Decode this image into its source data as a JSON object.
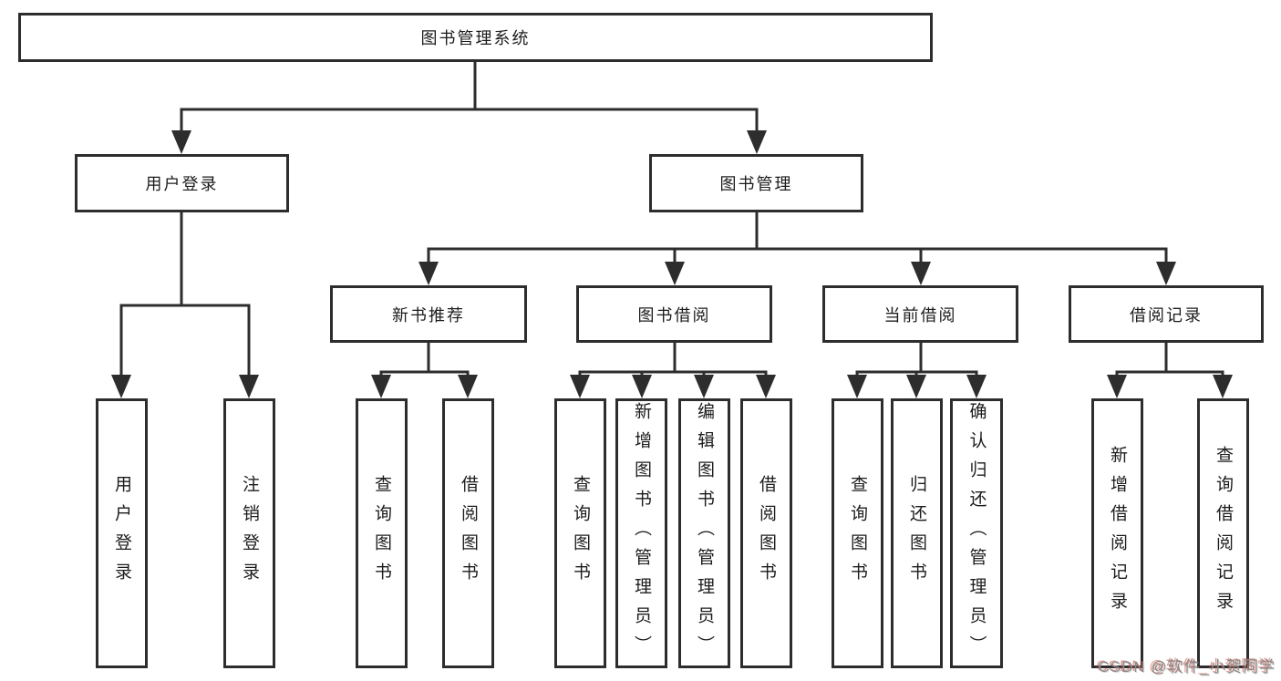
{
  "tree": {
    "root": {
      "label": "图书管理系统",
      "children": [
        {
          "label": "用户登录",
          "children": [
            {
              "label": "用户登录"
            },
            {
              "label": "注销登录"
            }
          ]
        },
        {
          "label": "图书管理",
          "children": [
            {
              "label": "新书推荐",
              "children": [
                {
                  "label": "查询图书"
                },
                {
                  "label": "借阅图书"
                }
              ]
            },
            {
              "label": "图书借阅",
              "children": [
                {
                  "label": "查询图书"
                },
                {
                  "label": "新增图书（管理员）"
                },
                {
                  "label": "编辑图书（管理员）"
                },
                {
                  "label": "借阅图书"
                }
              ]
            },
            {
              "label": "当前借阅",
              "children": [
                {
                  "label": "查询图书"
                },
                {
                  "label": "归还图书"
                },
                {
                  "label": "确认归还（管理员）"
                }
              ]
            },
            {
              "label": "借阅记录",
              "children": [
                {
                  "label": "新增借阅记录"
                },
                {
                  "label": "查询借阅记录"
                }
              ]
            }
          ]
        }
      ]
    }
  },
  "watermark": "CSDN @软件_小贺同学",
  "colors": {
    "line": "#2d2d2d",
    "box_border": "#2d2d2d",
    "box_fill": "#ffffff",
    "text": "#1c1c1c",
    "watermark_gray": "#8a8a8a",
    "watermark_red": "#c9483d"
  }
}
